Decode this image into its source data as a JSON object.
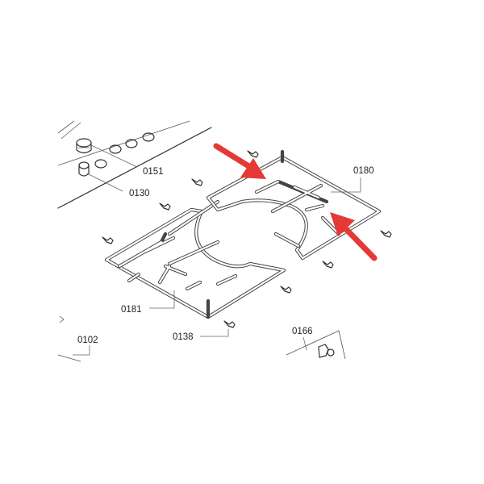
{
  "diagram": {
    "labels": {
      "knob": "0151",
      "knob_cap": "0130",
      "right_grate": "0180",
      "left_grate": "0181",
      "rubber_foot": "0138",
      "hob_top": "0102",
      "gas_connector": "0166"
    },
    "colors": {
      "arrow": "#e53935",
      "line": "#333333",
      "background": "#ffffff"
    }
  }
}
